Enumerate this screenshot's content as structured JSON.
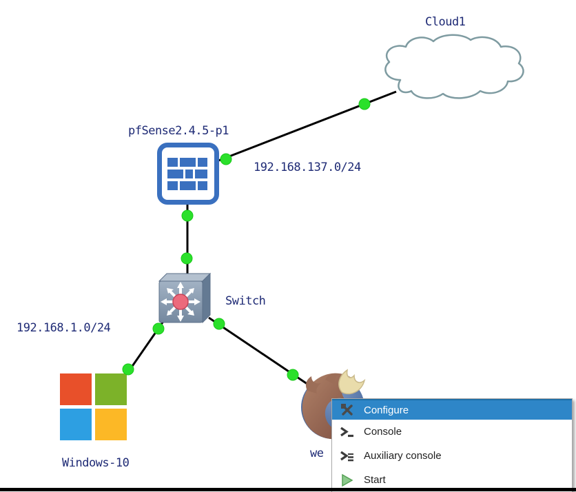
{
  "canvas": {
    "description": "GNS3 network topology canvas",
    "node_labels": {
      "cloud": "Cloud1",
      "firewall": "pfSense2.4.5-p1",
      "switch": "Switch",
      "windows": "Windows-10",
      "firefox_partial": "we"
    },
    "annotations": {
      "wan_subnet": "192.168.137.0/24",
      "lan_subnet": "192.168.1.0/24"
    },
    "nodes": [
      {
        "id": "cloud1",
        "type": "cloud"
      },
      {
        "id": "pfsense",
        "type": "firewall"
      },
      {
        "id": "switch",
        "type": "ethernet-switch"
      },
      {
        "id": "windows10",
        "type": "windows-pc"
      },
      {
        "id": "firefox-node",
        "type": "browser-appliance"
      }
    ],
    "links": [
      {
        "from": "pfsense",
        "to": "cloud1",
        "status": "up"
      },
      {
        "from": "pfsense",
        "to": "switch",
        "status": "up"
      },
      {
        "from": "switch",
        "to": "windows10",
        "status": "up"
      },
      {
        "from": "switch",
        "to": "firefox-node",
        "status": "up"
      }
    ],
    "link_status_color": "#2be12b"
  },
  "context_menu": {
    "items": [
      {
        "label": "Configure",
        "icon": "configure-tools-icon",
        "highlighted": true
      },
      {
        "label": "Console",
        "icon": "console-prompt-icon",
        "highlighted": false
      },
      {
        "label": "Auxiliary console",
        "icon": "aux-console-icon",
        "highlighted": false
      },
      {
        "label": "Start",
        "icon": "start-play-icon",
        "highlighted": false
      }
    ],
    "highlight_color": "#2e86c8"
  },
  "colors": {
    "label_text": "#1e2a75",
    "firewall_blue": "#3a70bf",
    "cloud_outline": "#7e9ba1",
    "link_line": "#000000",
    "windows_red": "#e8502a",
    "windows_green": "#7cb229",
    "windows_blue": "#2d9fe2",
    "windows_yellow": "#fcb826",
    "switch_body": "#8398af",
    "switch_hub": "#e65c74",
    "menu_start_green": "#8cc98c"
  }
}
